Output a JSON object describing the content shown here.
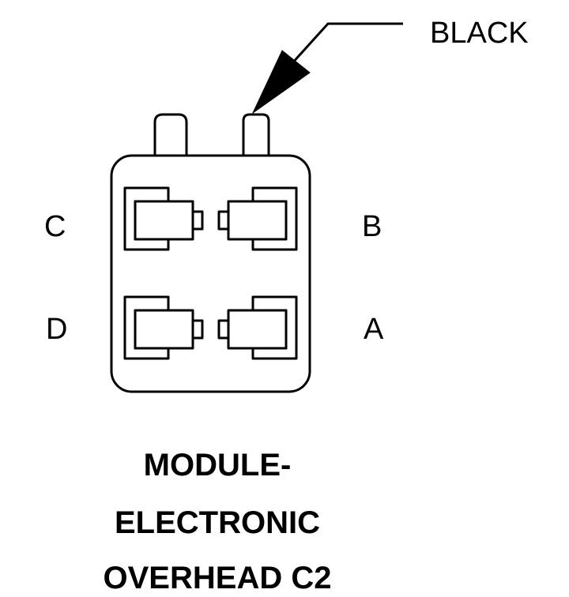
{
  "wire_color_label": "BLACK",
  "pins": {
    "top_left": "C",
    "top_right": "B",
    "bottom_left": "D",
    "bottom_right": "A"
  },
  "caption": {
    "line1": "MODULE-",
    "line2": "ELECTRONIC",
    "line3": "OVERHEAD C2"
  }
}
